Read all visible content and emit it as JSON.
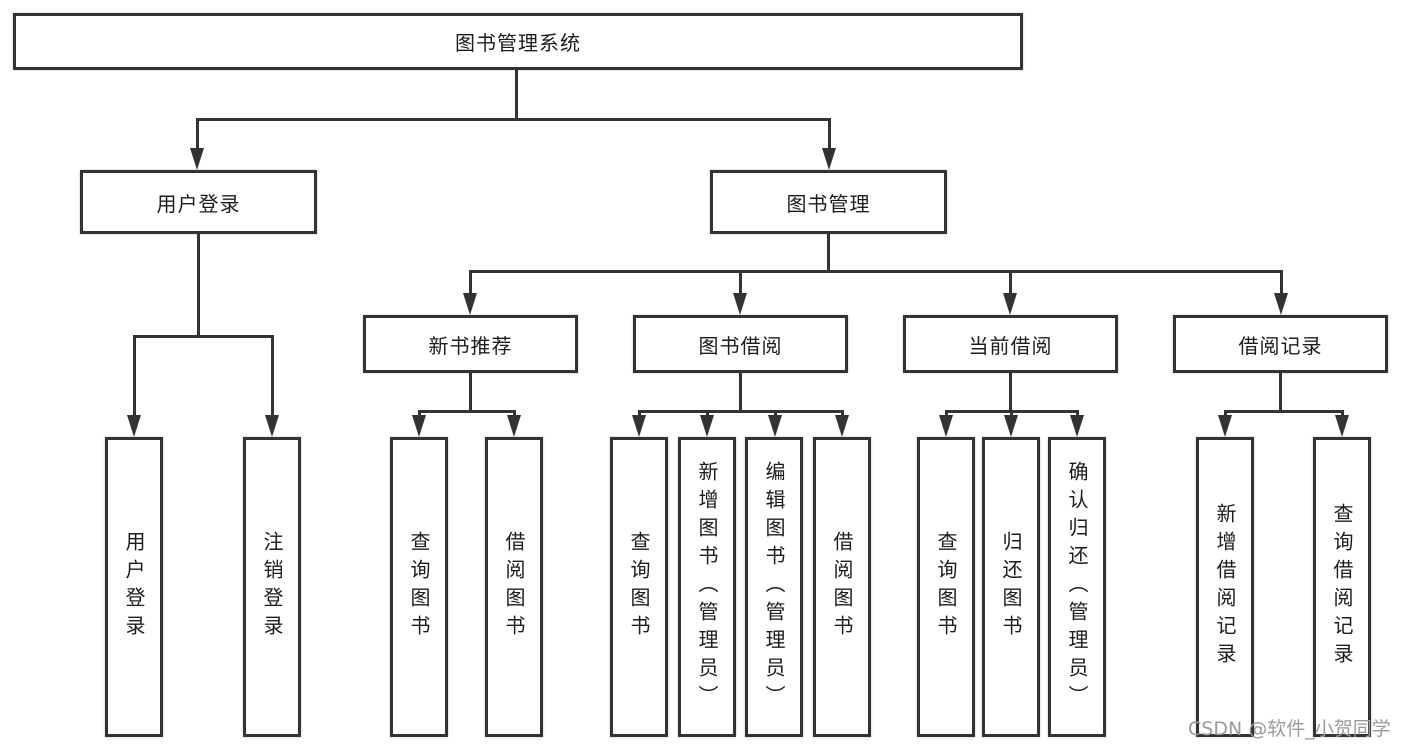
{
  "diagram": {
    "title": "图书管理系统",
    "nodes": {
      "root": {
        "label": "图书管理系统"
      },
      "user_login": {
        "label": "用户登录"
      },
      "book_management": {
        "label": "图书管理"
      },
      "new_book_recommend": {
        "label": "新书推荐"
      },
      "book_borrowing": {
        "label": "图书借阅"
      },
      "current_borrowing": {
        "label": "当前借阅"
      },
      "borrowing_records": {
        "label": "借阅记录"
      },
      "leaf_user_login": {
        "label": "用户登录"
      },
      "leaf_logout_login": {
        "label": "注销登录"
      },
      "leaf_query_books_a": {
        "label": "查询图书"
      },
      "leaf_borrow_books_a": {
        "label": "借阅图书"
      },
      "leaf_query_books_b": {
        "label": "查询图书"
      },
      "leaf_add_books_admin": {
        "label": "新增图书（管理员）"
      },
      "leaf_edit_books_admin": {
        "label": "编辑图书（管理员）"
      },
      "leaf_borrow_books_b": {
        "label": "借阅图书"
      },
      "leaf_query_books_c": {
        "label": "查询图书"
      },
      "leaf_return_books": {
        "label": "归还图书"
      },
      "leaf_confirm_return_admin": {
        "label": "确认归还（管理员）"
      },
      "leaf_add_borrow_record": {
        "label": "新增借阅记录"
      },
      "leaf_query_borrow_record": {
        "label": "查询借阅记录"
      }
    },
    "colors": {
      "line": "#333333",
      "text": "#1c1c1c",
      "background": "#ffffff"
    }
  },
  "watermark": {
    "text": "CSDN @软件_小贺同学",
    "color": "#9b9b9b"
  }
}
